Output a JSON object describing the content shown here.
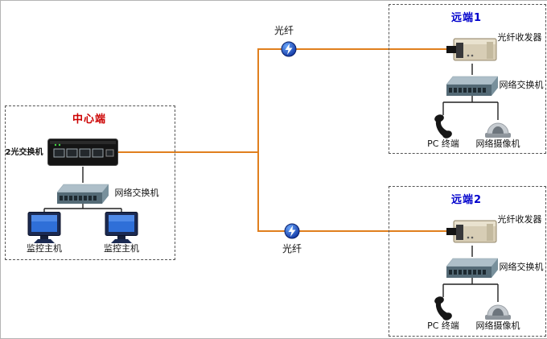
{
  "diagram": {
    "colors": {
      "fiber_line": "#e07f1e",
      "center_title": "#cc0000",
      "remote_title": "#0000cc"
    },
    "fiber": {
      "top_label": "光纤",
      "bottom_label": "光纤"
    },
    "center": {
      "title": "中心端",
      "optical_switch_label": "2光交换机",
      "network_switch_label": "网络交换机",
      "monitor1_label": "监控主机",
      "monitor2_label": "监控主机"
    },
    "remote1": {
      "title": "远端1",
      "transceiver_label": "光纤收发器",
      "switch_label": "网络交换机",
      "pc_label": "PC 终端",
      "camera_label": "网络摄像机"
    },
    "remote2": {
      "title": "远端2",
      "transceiver_label": "光纤收发器",
      "switch_label": "网络交换机",
      "pc_label": "PC 终端",
      "camera_label": "网络摄像机"
    }
  }
}
